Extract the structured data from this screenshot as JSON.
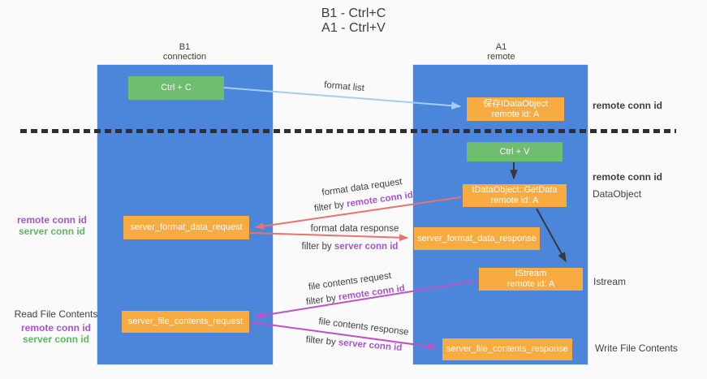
{
  "title": {
    "line1": "B1 - Ctrl+C",
    "line2": "A1 - Ctrl+V"
  },
  "lanes": {
    "left": {
      "name": "B1",
      "subtitle": "connection"
    },
    "right": {
      "name": "A1",
      "subtitle": "remote"
    }
  },
  "nodes": {
    "ctrl_c": "Ctrl + C",
    "save_idataobject_line1": "保存IDataObject",
    "save_idataobject_line2": "remote id: A",
    "ctrl_v": "Ctrl + V",
    "getdata_line1": "IDataObject::GetData",
    "getdata_line2": "remote id: A",
    "server_format_data_request": "server_format_data_request",
    "server_format_data_response": "server_format_data_response",
    "istream_line1": "IStream",
    "istream_line2": "remote id: A",
    "server_file_contents_request": "server_file_contents_request",
    "server_file_contents_response": "server_file_contents_response"
  },
  "flow_labels": {
    "format_list": "format list",
    "format_data_request": "format data request",
    "format_data_response": "format data response",
    "file_contents_request": "file contents request",
    "file_contents_response": "file contents response",
    "filter_by": "filter by",
    "remote_conn_id": "remote conn id",
    "server_conn_id": "server conn id"
  },
  "margin_labels": {
    "left_remote_conn_id_1": "remote conn id",
    "left_server_conn_id_1": "server conn id",
    "read_file_contents": "Read File Contents",
    "left_remote_conn_id_2": "remote conn id",
    "left_server_conn_id_2": "server conn id",
    "right_remote_conn_id_1": "remote conn id",
    "right_remote_conn_id_2": "remote conn id",
    "dataobject": "DataObject",
    "istream": "Istream",
    "write_file_contents": "Write File Contents"
  },
  "colors": {
    "lane_blue": "#4c86da",
    "box_green": "#6fbe6f",
    "box_orange": "#f8ab40",
    "arrow_lightblue": "#a5cdf0",
    "arrow_red": "#e8736e",
    "arrow_magenta": "#c24fc4",
    "arrow_black": "#383838",
    "label_purple": "#a855cb",
    "label_green": "#62b562",
    "text_dark": "#3f3f3f"
  }
}
